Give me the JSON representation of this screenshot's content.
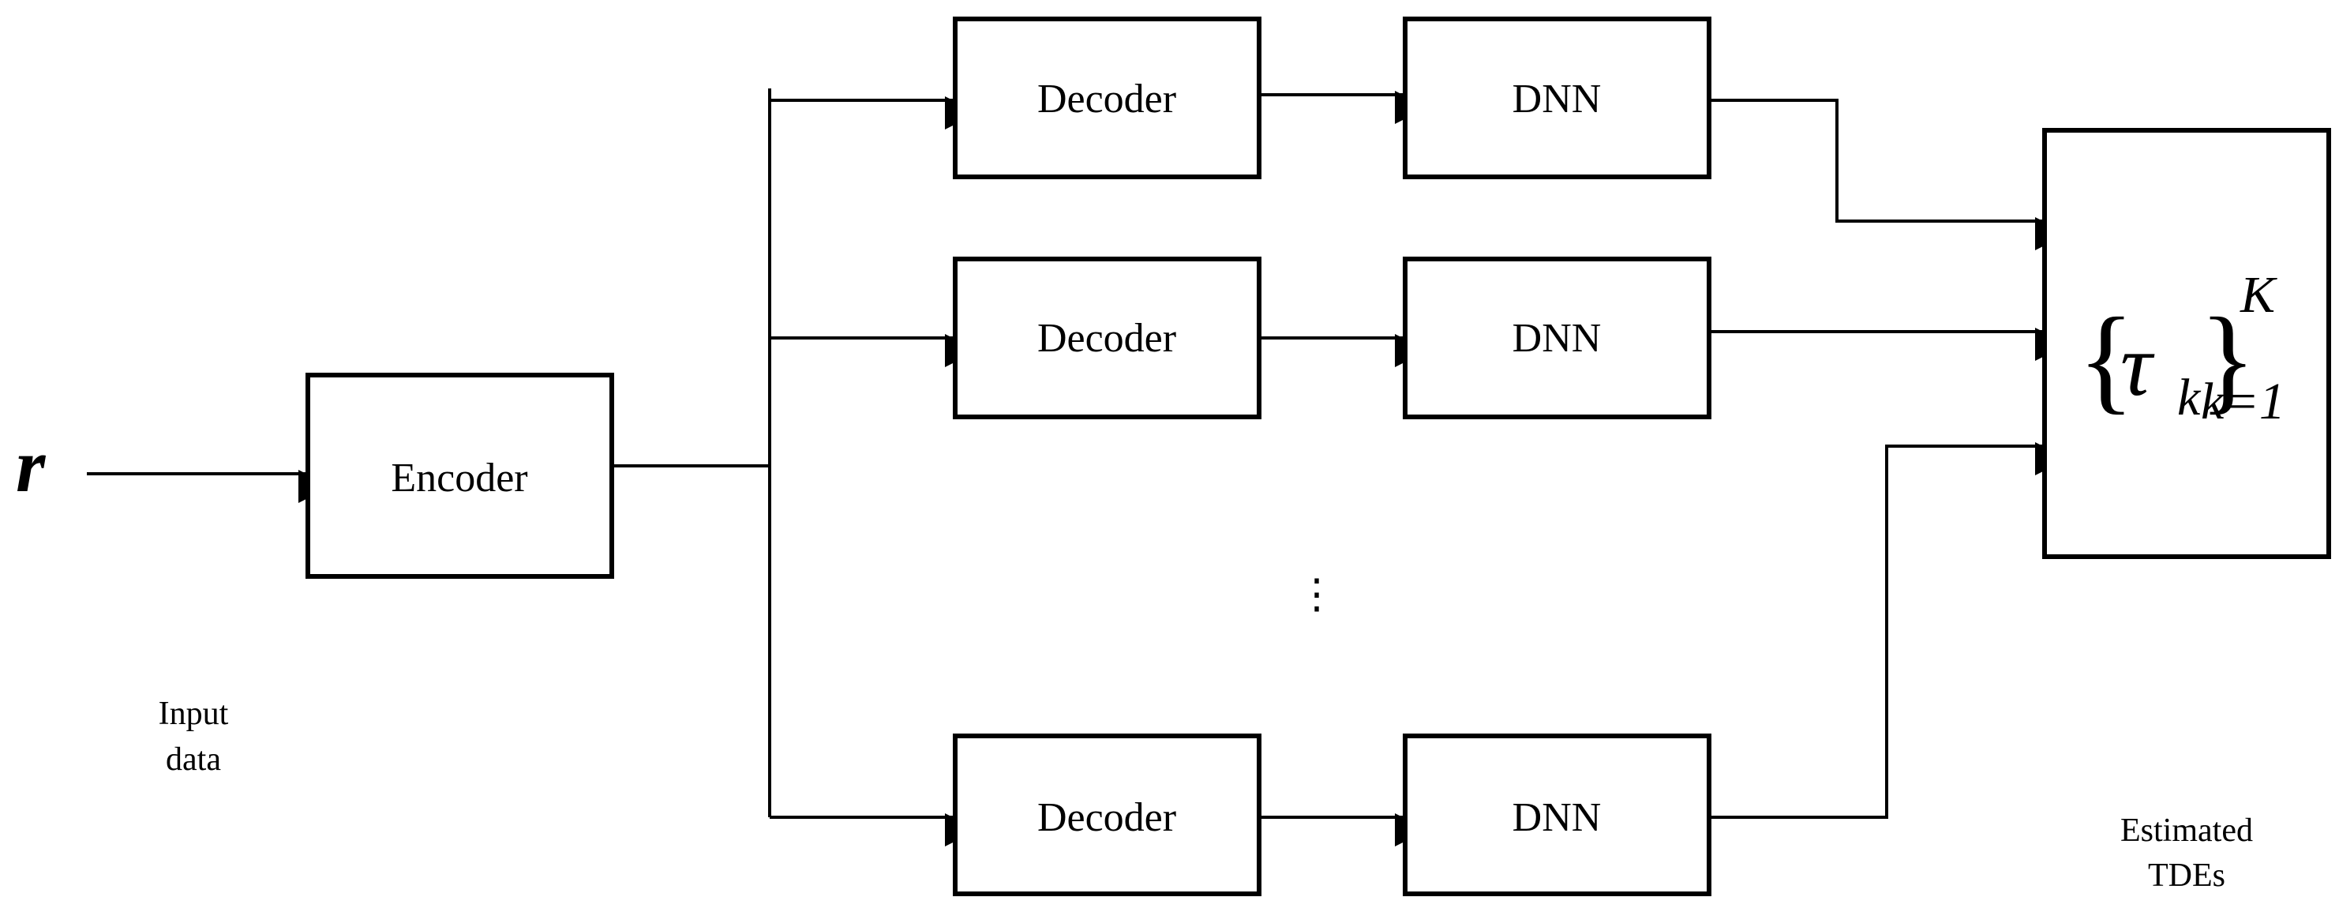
{
  "input": {
    "symbol": "r",
    "caption_line1": "Input",
    "caption_line2": "data"
  },
  "encoder": {
    "label": "Encoder"
  },
  "branches": [
    {
      "decoder_label": "Decoder",
      "dnn_label": "DNN"
    },
    {
      "decoder_label": "Decoder",
      "dnn_label": "DNN"
    },
    {
      "decoder_label": "Decoder",
      "dnn_label": "DNN"
    }
  ],
  "ellipsis": "⋮",
  "output": {
    "brace_open": "{",
    "symbol": "τ",
    "subscript": "k",
    "brace_close": "}",
    "superscript": "K",
    "lower_index": "k=1",
    "caption_line1": "Estimated",
    "caption_line2": "TDEs"
  }
}
